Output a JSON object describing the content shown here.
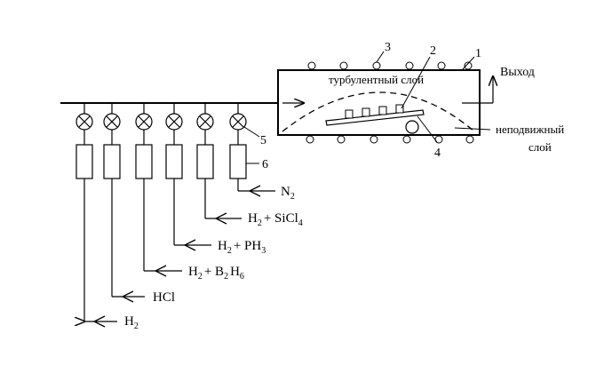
{
  "labels": {
    "outlet": "Выход",
    "turbulent_layer": "турбулентный слой",
    "stationary_layer_line1": "неподвижный",
    "stationary_layer_line2": "слой",
    "n1": "1",
    "n2": "2",
    "n3": "3",
    "n4": "4",
    "n5": "5",
    "n6": "6"
  },
  "gas_lines": [
    {
      "main": "N",
      "sub": "2",
      "tail": "",
      "tail_sub": ""
    },
    {
      "main": "H",
      "sub": "2",
      "tail": "+ SiCl",
      "tail_sub": "4"
    },
    {
      "main": "H",
      "sub": "2",
      "tail": "+ PH",
      "tail_sub": "3"
    },
    {
      "main": "H",
      "sub": "2",
      "tail": "+ B",
      "tail_sub": "2",
      "tail2": "H",
      "tail2_sub": "6"
    },
    {
      "main": "HCl",
      "sub": "",
      "tail": "",
      "tail_sub": ""
    },
    {
      "main": "H",
      "sub": "2",
      "tail": "",
      "tail_sub": ""
    }
  ]
}
